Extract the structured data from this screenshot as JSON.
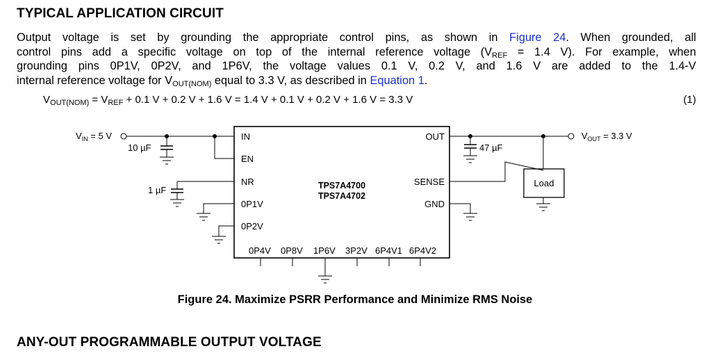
{
  "heading1": "TYPICAL APPLICATION CIRCUIT",
  "para": {
    "l1a": "Output voltage is set by grounding the appropriate control pins, as shown in ",
    "l1link": "Figure 24",
    "l1b": ". When grounded, all",
    "l2a": "control pins add a specific voltage on top of the internal reference voltage (V",
    "l2sub": "REF",
    "l2b": " = 1.4 V). For example, when",
    "l3": "grounding pins 0P1V, 0P2V, and 1P6V, the voltage values 0.1 V, 0.2 V, and 1.6 V are added to the 1.4-V",
    "l4a": "internal reference voltage for V",
    "l4sub": "OUT(NOM)",
    "l4b": " equal to 3.3 V, as described in ",
    "l4link": "Equation 1",
    "l4c": "."
  },
  "equation": {
    "v1": "V",
    "s1": "OUT(NOM)",
    "eq1": " = V",
    "s2": "REF",
    "rest": " + 0.1 V + 0.2 V + 1.6 V = 1.4 V + 0.1 V + 0.2 V + 1.6 V = 3.3 V",
    "number": "(1)"
  },
  "schematic": {
    "vin_v": "V",
    "vin_sub": "IN",
    "vin_val": " = 5 V",
    "vout_v": "V",
    "vout_sub": "OUT",
    "vout_val": " = 3.3 V",
    "cap_in": "10 µF",
    "cap_nr": "1 µF",
    "cap_out": "47 µF",
    "pin_in": "IN",
    "pin_en": "EN",
    "pin_nr": "NR",
    "pin_0p1v": "0P1V",
    "pin_0p2v": "0P2V",
    "pin_out": "OUT",
    "pin_sense": "SENSE",
    "pin_gnd": "GND",
    "pin_0p4v": "0P4V",
    "pin_0p8v": "0P8V",
    "pin_1p6v": "1P6V",
    "pin_3p2v": "3P2V",
    "pin_6p4v1": "6P4V1",
    "pin_6p4v2": "6P4V2",
    "part1": "TPS7A4700",
    "part2": "TPS7A4702",
    "load": "Load"
  },
  "caption": "Figure 24.  Maximize PSRR Performance and Minimize RMS Noise",
  "heading2": "ANY-OUT PROGRAMMABLE OUTPUT VOLTAGE"
}
